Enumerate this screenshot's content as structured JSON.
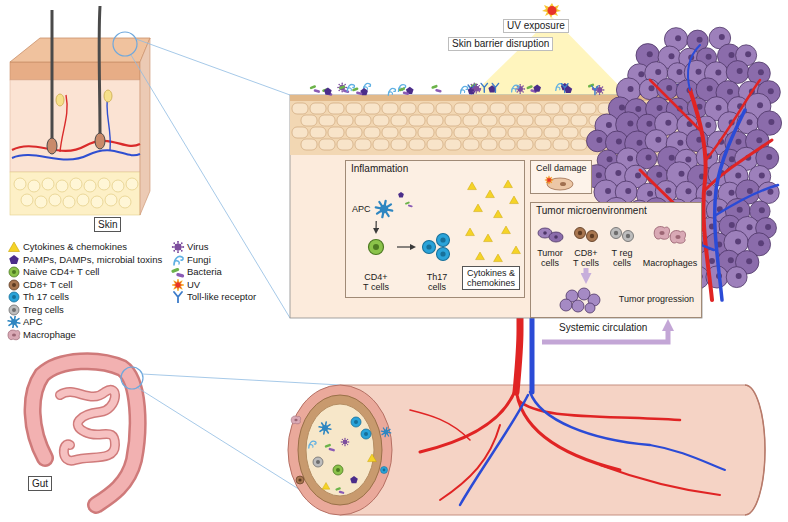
{
  "diagram": {
    "nodes": [
      {
        "text": [
          "Skin"
        ]
      },
      {
        "text": [
          "Inflammation"
        ]
      },
      {
        "text": [
          "APC"
        ],
        "in": 1
      },
      {
        "text": [
          "CD4+ T cells"
        ],
        "in": 1
      },
      {
        "text": [
          "Th17 cells"
        ],
        "in": 1
      },
      {
        "text": [
          "Cytokines & chemokines"
        ],
        "in": 1
      },
      {
        "text": [
          "Cell damage"
        ]
      },
      {
        "text": [
          "Tumor microenvironment"
        ]
      },
      {
        "text": [
          "Tumor cells"
        ],
        "in": 7
      },
      {
        "text": [
          "CD8+ T cells"
        ],
        "in": 7
      },
      {
        "text": [
          "T reg cells"
        ],
        "in": 7
      },
      {
        "text": [
          "Macrophages"
        ],
        "in": 7
      },
      {
        "text": [
          "Tumor progression"
        ],
        "in": 7
      },
      {
        "text": [
          "Gut"
        ]
      }
    ],
    "edges": [
      {
        "from": 2,
        "to": 3,
        "arrow": "to"
      },
      {
        "from": 3,
        "to": 4,
        "arrow": "to"
      },
      {
        "from": 9,
        "to": 12,
        "arrow": "to"
      }
    ],
    "labels": [
      "UV exposure",
      "Skin barrier disruption",
      "Systemic circulation"
    ],
    "legend": [
      {
        "text": "Cytokines & chemokines"
      },
      {
        "text": "PAMPs, DAMPs, microbial toxins"
      },
      {
        "text": "Naive CD4+ T cell"
      },
      {
        "text": "CD8+ T cell"
      },
      {
        "text": "Th 17 cells"
      },
      {
        "text": "Treg cells"
      },
      {
        "text": "APC"
      },
      {
        "text": "Macrophage"
      },
      {
        "text": "Virus"
      },
      {
        "text": "Fungi"
      },
      {
        "text": "Bacteria"
      },
      {
        "text": "UV"
      },
      {
        "text": "Toll-like receptor"
      }
    ]
  }
}
